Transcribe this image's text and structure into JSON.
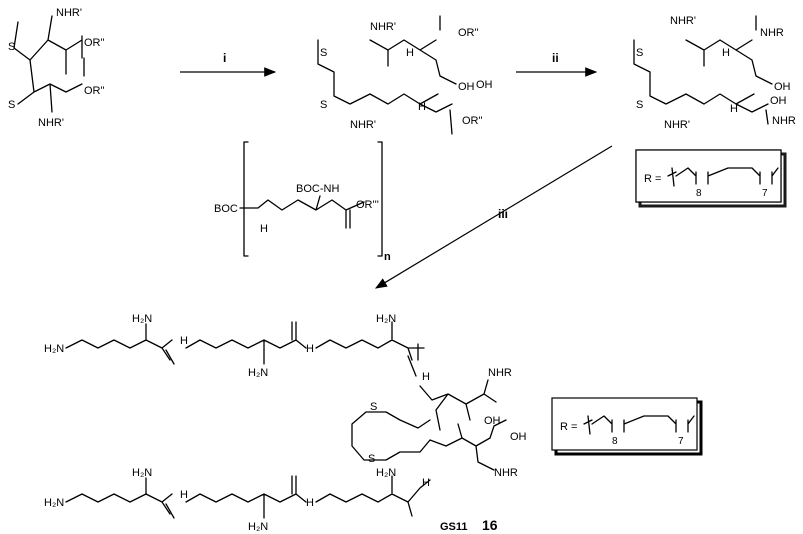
{
  "steps": {
    "i": "i",
    "ii": "ii",
    "iii": "iii"
  },
  "reagent": {
    "n": "n",
    "boc_left": "BOC",
    "boc_nh": "BOC-NH",
    "nh": "H",
    "ester": "OR'''"
  },
  "compound1": {
    "nhr_top": "NHR'",
    "or_top": "OR\"",
    "or_bot": "OR\"",
    "nhr_bot": "NHR'",
    "s1": "S",
    "s2": "S"
  },
  "compound2": {
    "nhr_top": "NHR'",
    "or_top": "OR\"",
    "nh_top": "H",
    "oh_top": "OH",
    "nhr_bot": "NHR'",
    "nh_bot": "H",
    "oh_bot": "OH",
    "or_bot": "OR\"",
    "s1": "S",
    "s2": "S"
  },
  "compound3": {
    "nhr_top": "NHR'",
    "nhr_amide_top": "NHR",
    "nh_top": "H",
    "oh_top": "OH",
    "nhr_bot": "NHR'",
    "nh_bot": "H",
    "oh_bot": "OH",
    "nhr_amide_bot": "NHR",
    "s1": "S",
    "s2": "S"
  },
  "r_box": {
    "label": "R =",
    "sub8": "8",
    "sub7": "7"
  },
  "r_box2": {
    "label": "R =",
    "sub8": "8",
    "sub7": "7"
  },
  "final": {
    "h2n_left_top": "H₂N",
    "h2n_a": "H₂N",
    "h2n_b": "H₂N",
    "h2n_c": "H₂N",
    "n_h1": "H",
    "n_h2": "H",
    "n_h3": "H",
    "nhr_top": "NHR",
    "oh_top": "OH",
    "oh_bot": "OH",
    "nhr_bot": "NHR",
    "s1": "S",
    "s2": "S",
    "h2n_left_bot": "H₂N",
    "h2n_d": "H₂N",
    "h2n_e": "H₂N",
    "h2n_f": "H₂N",
    "n_h4": "H",
    "n_h5": "H",
    "n_h6": "H",
    "label": "GS11",
    "number": "16"
  },
  "colors": {
    "ink": "#000000",
    "background": "#ffffff"
  }
}
